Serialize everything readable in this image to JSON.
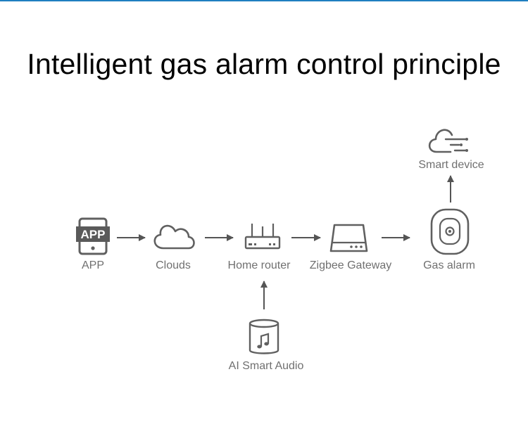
{
  "title": "Intelligent gas alarm control principle",
  "colors": {
    "accent_rule": "#1f7fc0",
    "icon": "#606060",
    "label": "#707070",
    "arrow": "#555555",
    "app_badge": "#5a5a5a"
  },
  "nodes": {
    "app": {
      "label": "APP",
      "icon": "phone-app-icon",
      "badge": "APP"
    },
    "clouds": {
      "label": "Clouds",
      "icon": "cloud-icon"
    },
    "router": {
      "label": "Home router",
      "icon": "router-icon"
    },
    "gateway": {
      "label": "Zigbee Gateway",
      "icon": "gateway-icon"
    },
    "gas_alarm": {
      "label": "Gas alarm",
      "icon": "gas-alarm-icon"
    },
    "smart_device": {
      "label": "Smart device",
      "icon": "smart-device-icon"
    },
    "ai_audio": {
      "label": "AI Smart Audio",
      "icon": "smart-speaker-icon"
    }
  }
}
